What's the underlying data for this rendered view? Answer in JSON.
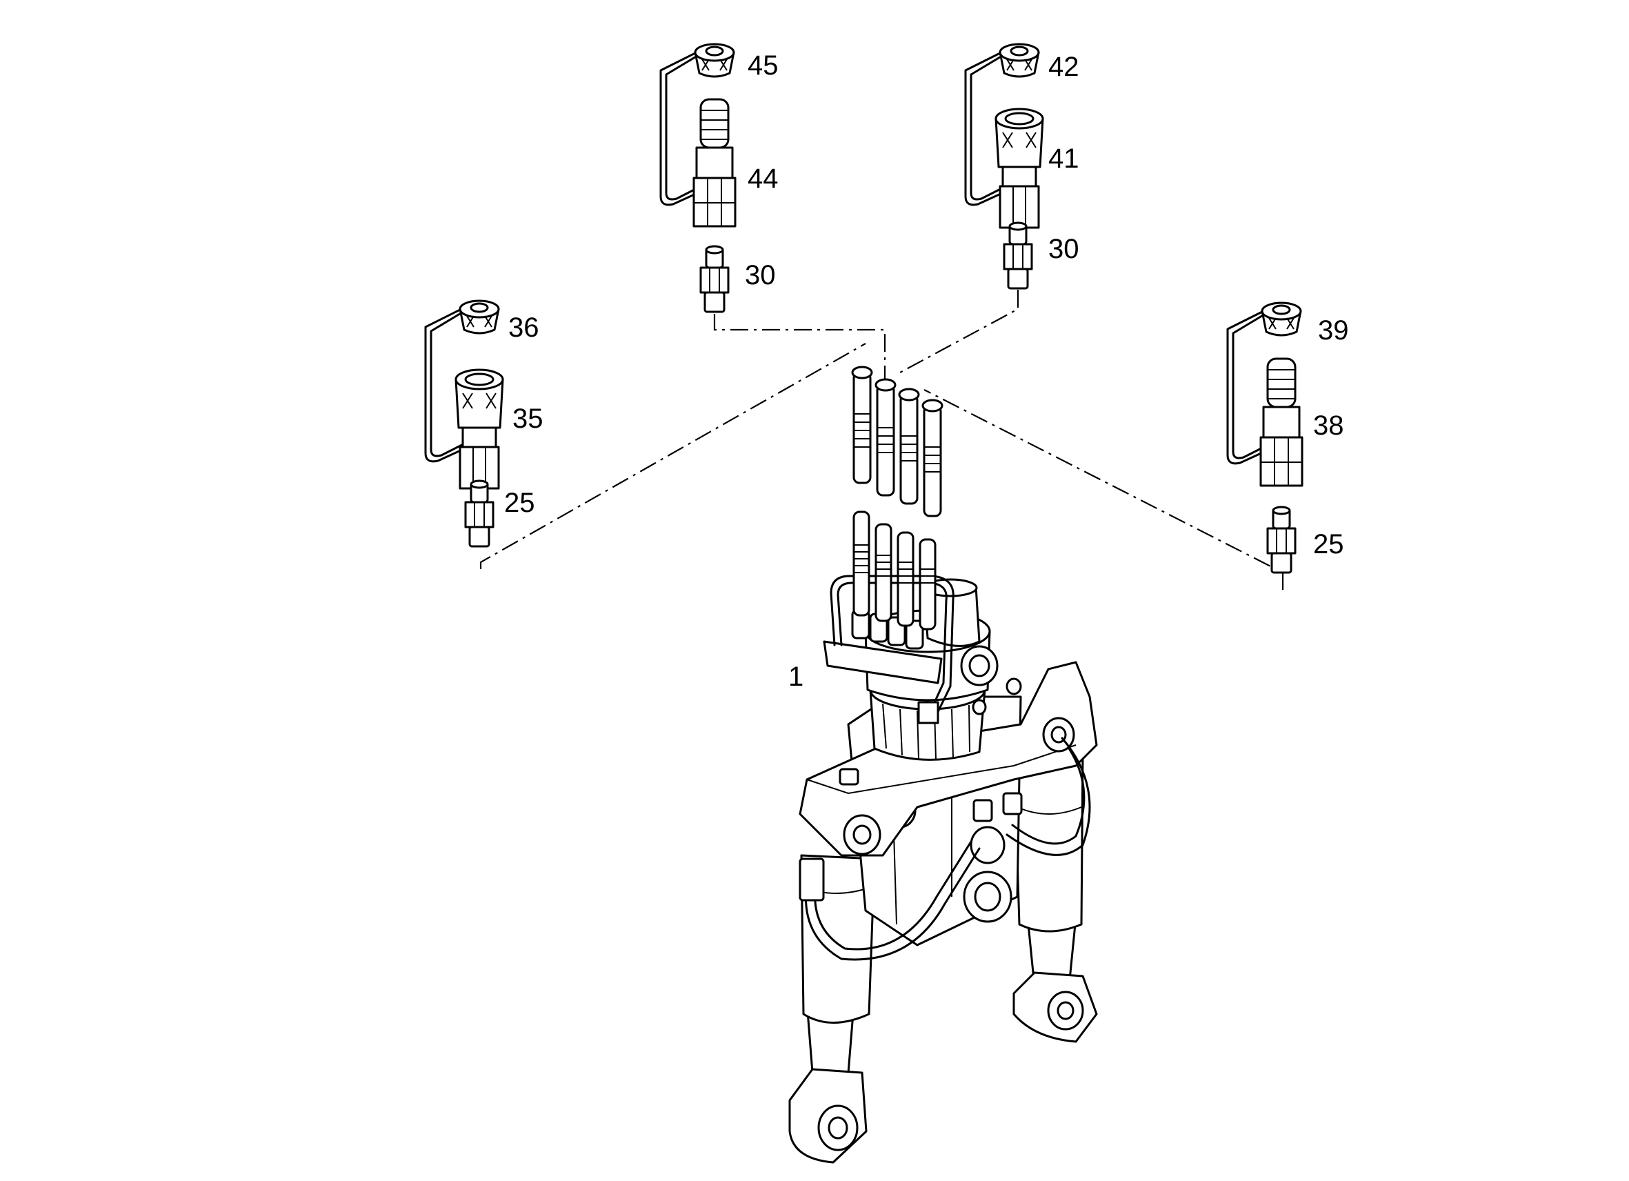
{
  "callouts": {
    "c45": "45",
    "c44": "44",
    "c30a": "30",
    "c42": "42",
    "c41": "41",
    "c30b": "30",
    "c36": "36",
    "c35": "35",
    "c25a": "25",
    "c39": "39",
    "c38": "38",
    "c25b": "25",
    "c1": "1"
  }
}
